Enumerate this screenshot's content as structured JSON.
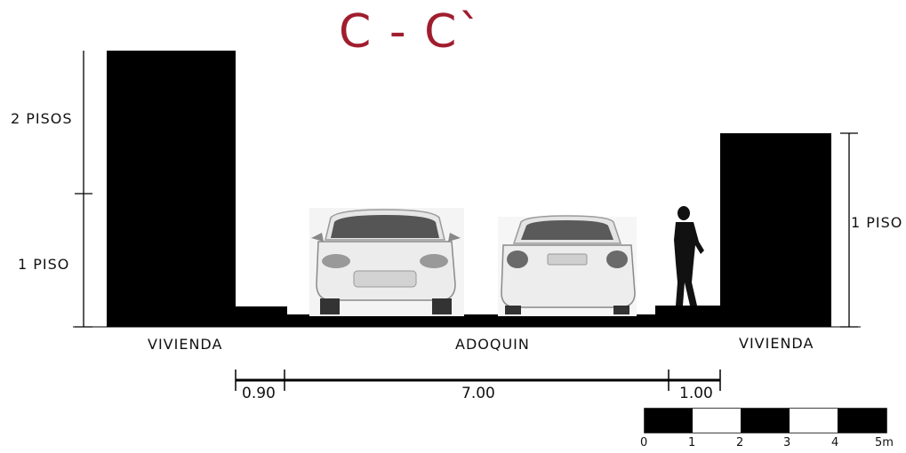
{
  "title": "C - C`",
  "floor_labels": {
    "left_upper": "2 PISOS",
    "left_lower": "1 PISO",
    "right": "1 PISO"
  },
  "section_labels": {
    "left": "VIVIENDA",
    "center": "ADOQUIN",
    "right": "VIVIENDA"
  },
  "dimensions": {
    "left_sidewalk": "0.90",
    "road": "7.00",
    "right_sidewalk": "1.00"
  },
  "scale_bar": {
    "ticks": [
      "0",
      "1",
      "2",
      "3",
      "4",
      "5m"
    ]
  },
  "colors": {
    "title": "#a01d2e",
    "fill": "#000000"
  }
}
